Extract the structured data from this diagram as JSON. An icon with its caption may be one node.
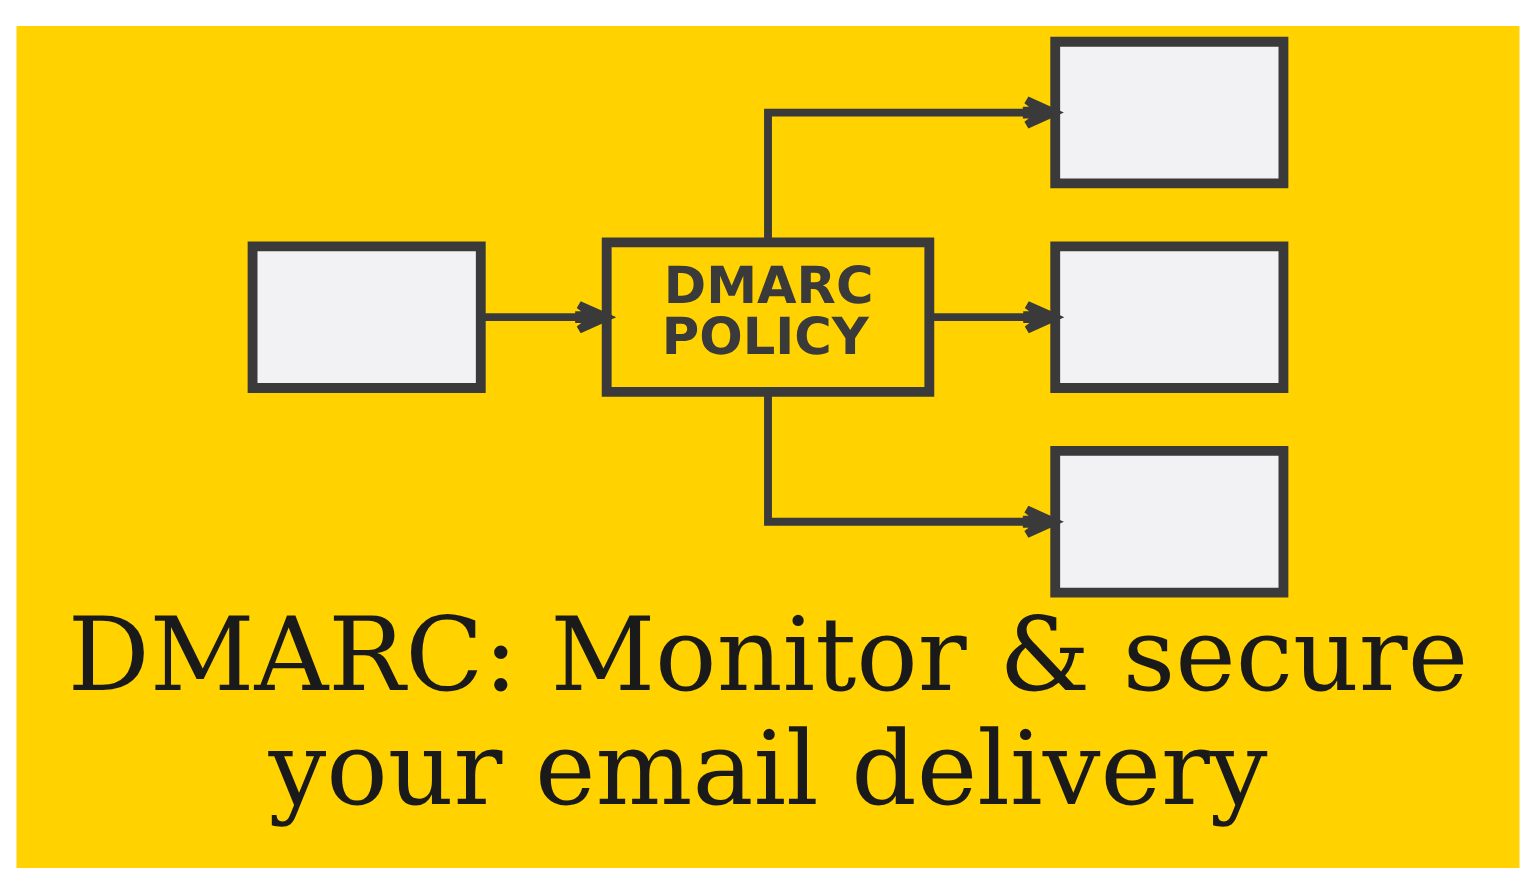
{
  "diagram": {
    "title": "DMARC: Monitor & secure your email delivery",
    "nodes": [
      {
        "text": [],
        "shape": "envelope"
      },
      {
        "text": [
          "DMARC POLICY"
        ]
      },
      {
        "text": [],
        "shape": "envelope"
      },
      {
        "text": [],
        "shape": "envelope"
      },
      {
        "text": [],
        "shape": "envelope"
      }
    ],
    "edges": [
      {
        "from": 0,
        "to": 1,
        "arrow": "to"
      },
      {
        "from": 1,
        "to": 2,
        "arrow": "to"
      },
      {
        "from": 1,
        "to": 3,
        "arrow": "to"
      },
      {
        "from": 1,
        "to": 4,
        "arrow": "to"
      }
    ]
  }
}
